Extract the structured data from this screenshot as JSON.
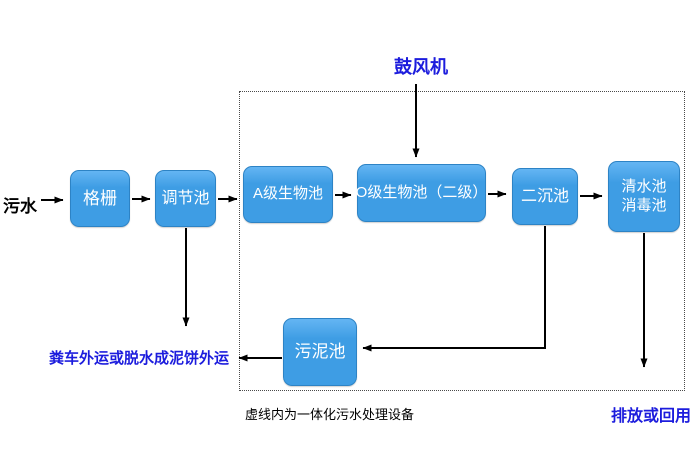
{
  "labels": {
    "influent": "污水",
    "blower": "鼓风机",
    "sludge_out": "粪车外运或脱水成泥饼外运",
    "discharge": "排放或回用",
    "boundary_note": "虚线内为一体化污水处理设备"
  },
  "nodes": {
    "grid": {
      "label": "格栅"
    },
    "regulating": {
      "label": "调节池"
    },
    "a_bio": {
      "label": "A级生物池"
    },
    "o_bio": {
      "label": "O级生物池（二级）"
    },
    "secondary_clarifier": {
      "label": "二沉池"
    },
    "clear_water": {
      "label": "清水池",
      "label2": "消毒池"
    },
    "sludge": {
      "label": "污泥池"
    }
  },
  "colors": {
    "box_fill": "#3e9de4",
    "box_fill_top": "#64b5f3",
    "box_border": "#2d83c5",
    "blue_text": "#1c1cdd",
    "ink": "#000000"
  }
}
